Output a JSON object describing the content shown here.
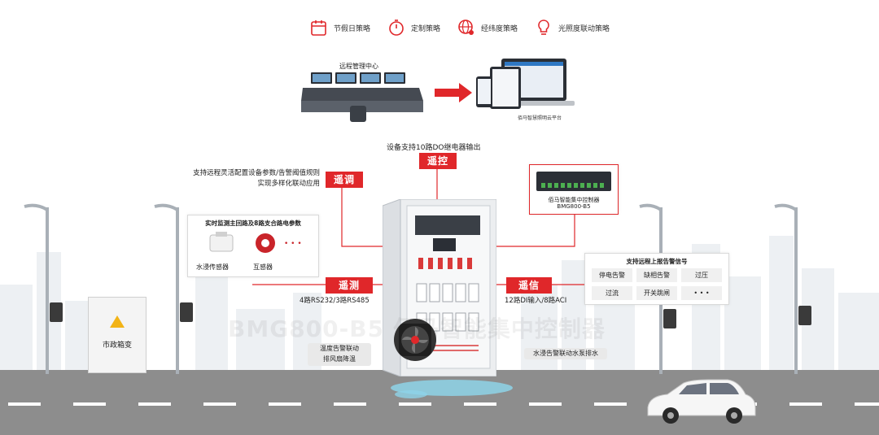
{
  "strategies": [
    {
      "label": "节假日策略",
      "icon": "calendar-icon"
    },
    {
      "label": "定制策略",
      "icon": "stopwatch-icon"
    },
    {
      "label": "经纬度策略",
      "icon": "globe-pin-icon"
    },
    {
      "label": "光照度联动策略",
      "icon": "bulb-icon"
    }
  ],
  "control_center_label": "远程管理中心",
  "platform_label": "佰马智慧照明云平台",
  "do_output_text": "设备支持10路DO继电器输出",
  "remote_control": "遥控",
  "remote_adjust": "遥调",
  "remote_adjust_desc": [
    "支持远程灵活配置设备参数/告警阈值规则",
    "实现多样化联动应用"
  ],
  "controller_name": "佰马智能集中控制器",
  "controller_model": "BMG800-B5",
  "monitor_panel": {
    "title": "实时监测主回路及8路支合路电参数",
    "items": [
      "水浸传感器",
      "互感器"
    ],
    "more": "• • •"
  },
  "remote_measure": "遥测",
  "remote_measure_desc": "4路RS232/3路RS485",
  "remote_signal": "遥信",
  "remote_signal_desc": "12路DI输入/8路ACI",
  "alarm_panel": {
    "title": "支持远程上报告警信号",
    "cells": [
      "停电告警",
      "缺相告警",
      "过压",
      "过流",
      "开关跳闸",
      "• • •"
    ]
  },
  "watermark": "BMG800-B5 佰马智能集中控制器",
  "temp_note": [
    "温度告警联动",
    "排风扇降温"
  ],
  "water_note": "水浸告警联动水泵排水",
  "substation_label": "市政箱变",
  "colors": {
    "accent": "#e0272a",
    "road": "#8d8d8d",
    "lane": "#ffffff",
    "water": "#8ed3e8"
  }
}
